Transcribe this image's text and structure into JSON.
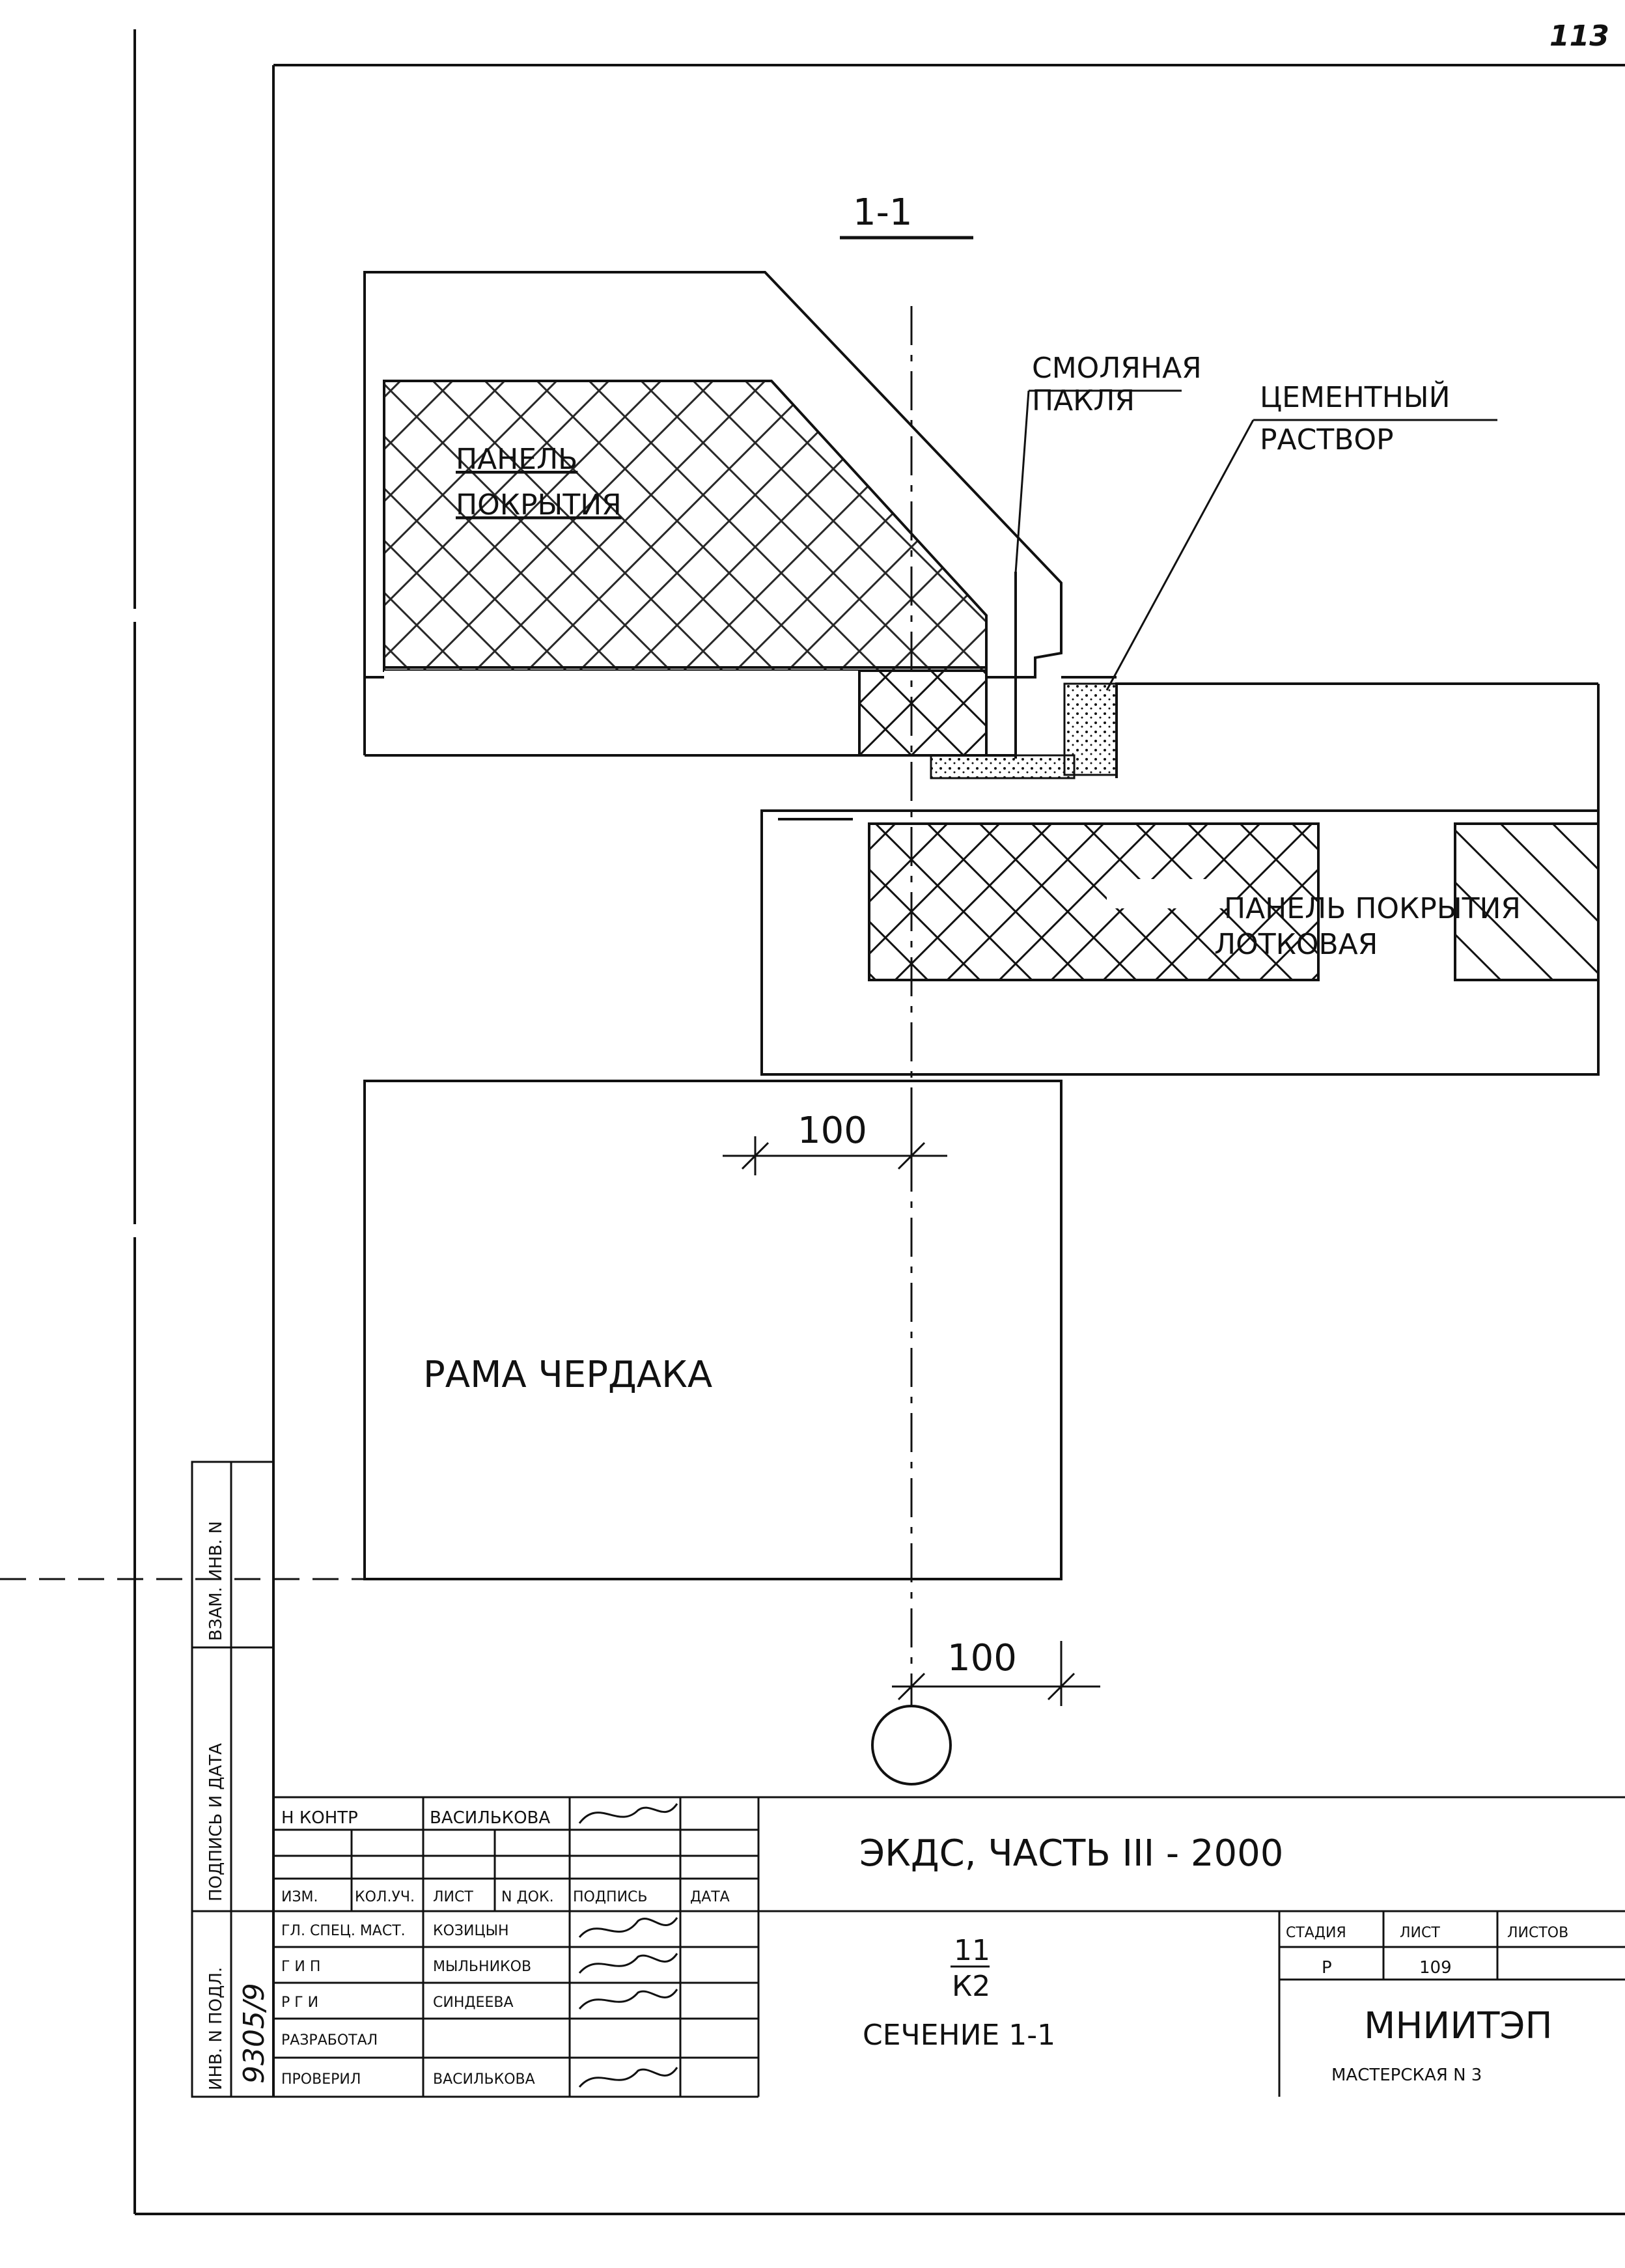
{
  "page_number": "113",
  "section": {
    "title": "1-1",
    "labels": {
      "panel_top_line1": "ПАНЕЛЬ",
      "panel_top_line2": "ПОКРЫТИЯ",
      "tar_line1": "СМОЛЯНАЯ",
      "tar_line2": "ПАКЛЯ",
      "cement_line1": "ЦЕМЕНТНЫЙ",
      "cement_line2": "РАСТВОР",
      "panel_bottom_line1": "ПАНЕЛЬ ПОКРЫТИЯ",
      "panel_bottom_line2": "ЛОТКОВАЯ",
      "frame": "РАМА ЧЕРДАКА",
      "dim_top": "100",
      "dim_bottom": "100"
    }
  },
  "side_stamp": {
    "vzam": "ВЗАМ. ИНВ. N",
    "podpis_data": "ПОДПИСЬ И ДАТА",
    "inv_podl": "ИНВ. N ПОДЛ.",
    "inv_number": "9305/9"
  },
  "title_block": {
    "n_kontr_label": "Н КОНТР",
    "n_kontr_name": "ВАСИЛЬКОВА",
    "col_izm": "ИЗМ.",
    "col_kol": "КОЛ.УЧ.",
    "col_list": "ЛИСТ",
    "col_ndok": "N ДОК.",
    "col_podpis": "ПОДПИСЬ",
    "col_data": "ДАТА",
    "rows": [
      {
        "role": "ГЛ. СПЕЦ. МАСТ.",
        "name": "КОЗИЦЫН"
      },
      {
        "role": "Г И П",
        "name": "МЫЛЬНИКОВ"
      },
      {
        "role": "Р Г И",
        "name": "СИНДЕЕВА"
      },
      {
        "role": "РАЗРАБОТАЛ",
        "name": ""
      },
      {
        "role": "ПРОВЕРИЛ",
        "name": "ВАСИЛЬКОВА"
      }
    ],
    "project": "ЭКДС, ЧАСТЬ III - 2000",
    "sheet_code_top": "11",
    "sheet_code_bottom": "К2",
    "drawing_name": "СЕЧЕНИЕ 1-1",
    "stadia_label": "СТАДИЯ",
    "list_label": "ЛИСТ",
    "listov_label": "ЛИСТОВ",
    "stadia": "Р",
    "list": "109",
    "listov": "",
    "org": "МНИИТЭП",
    "workshop": "МАСТЕРСКАЯ N 3"
  }
}
